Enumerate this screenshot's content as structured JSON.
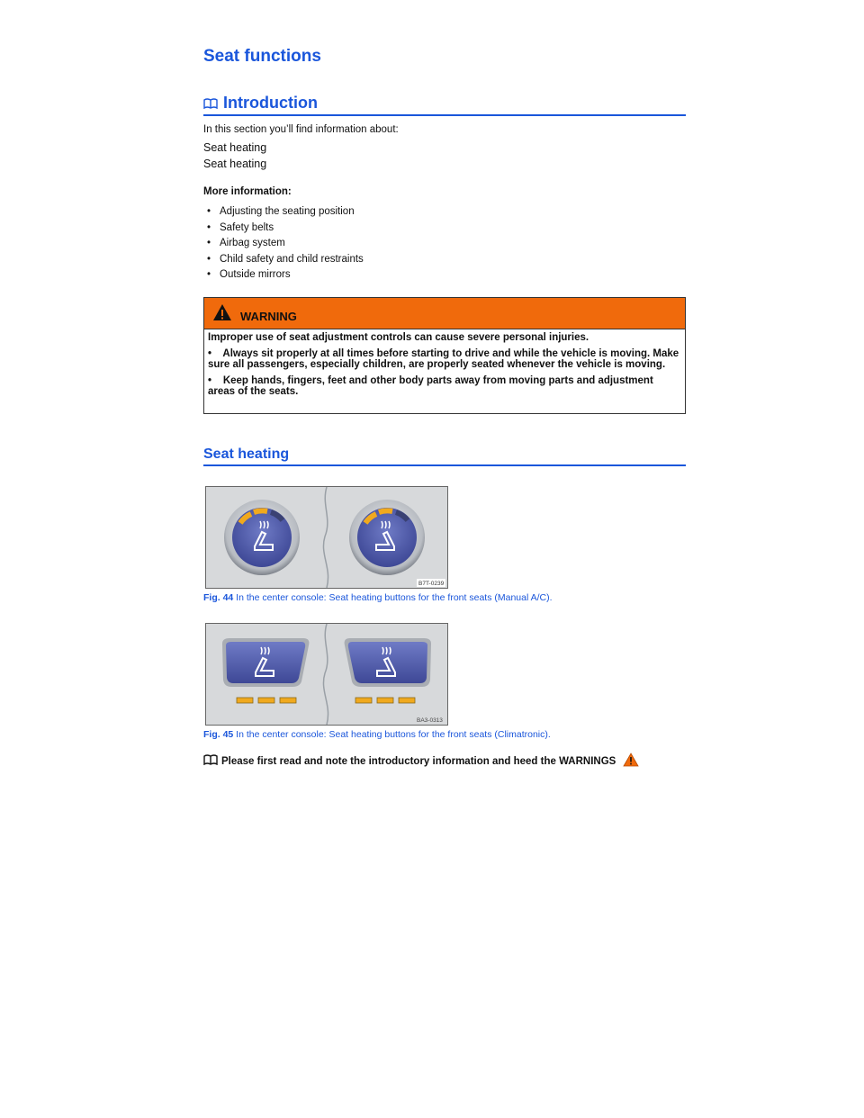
{
  "page_title": "Seat functions",
  "intro": {
    "heading": "Introduction",
    "lead": "In this section you’ll find information about:",
    "links": [
      "Seat heating",
      "Seat heating"
    ],
    "more_label": "More information:",
    "more_items": [
      "Adjusting the seating position",
      "Safety belts",
      "Airbag system",
      "Child safety and child restraints",
      "Outside mirrors"
    ]
  },
  "warning": {
    "label": "WARNING",
    "text_1": "Improper use of seat adjustment controls can cause severe personal injuries.",
    "bullet_1": "Always sit properly at all times before starting to drive and while the vehicle is moving. Make sure all passengers, especially children, are properly seated whenever the vehicle is moving.",
    "bullet_2": "Keep hands, fingers, feet and other body parts away from moving parts and adjustment areas of the seats.",
    "bullet_symbol": "•"
  },
  "seat_heating": {
    "heading": "Seat heating",
    "fig44": {
      "code": "B7T-0239",
      "label": "Fig. 44",
      "caption": " In the center console: Seat heating buttons for the front seats (Manual A/C)."
    },
    "fig45": {
      "code": "BA3-0313",
      "label": "Fig. 45",
      "caption": " In the center console: Seat heating buttons for the front seats (Climatronic)."
    },
    "note": "Please first read and note the introductory information and heed the WARNINGS"
  },
  "colors": {
    "heading_blue": "#1a56db",
    "warning_orange": "#f06a0c",
    "button_blue": "#4a57a8",
    "indicator_amber": "#f0a91e"
  }
}
